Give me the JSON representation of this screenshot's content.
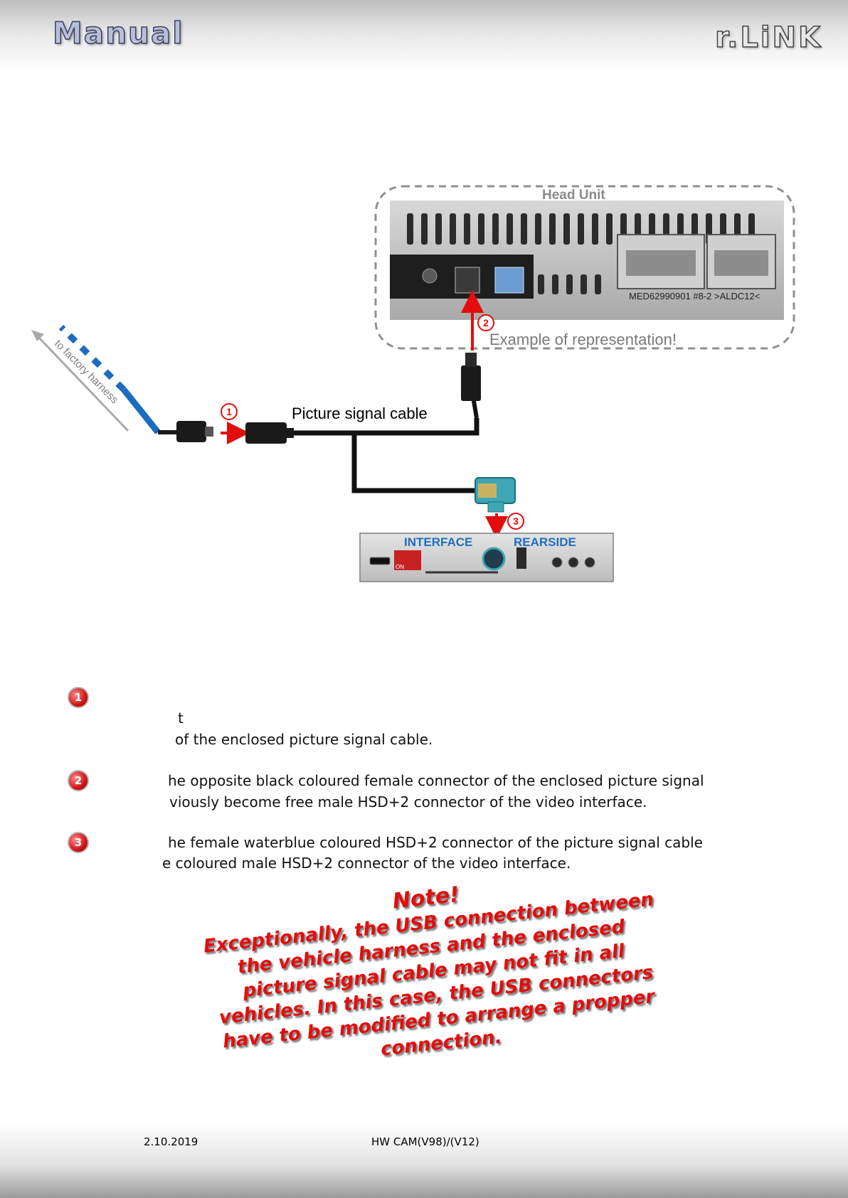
{
  "header": {
    "brand_left": "Manual",
    "brand_right": "r.LiNK"
  },
  "diagram": {
    "head_unit_label": "Head Unit",
    "example_label": "Example of representation!",
    "part_number": "MED62990901 #8-2   >ALDC12<",
    "cable_label": "Picture signal cable",
    "harness_label": "to factory harness",
    "interface_label": "INTERFACE",
    "rearside_label": "REARSIDE",
    "dip_label": "ON",
    "markers": [
      "1",
      "2",
      "3"
    ]
  },
  "steps": [
    {
      "number": "1",
      "lines": [
        "t",
        "of the enclosed picture signal cable."
      ]
    },
    {
      "number": "2",
      "lines": [
        "he opposite black coloured female connector of the enclosed picture signal",
        "viously become free male HSD+2 connector of the video interface."
      ]
    },
    {
      "number": "3",
      "lines": [
        "he female waterblue coloured HSD+2 connector of the picture signal cable",
        "e coloured male HSD+2 connector of the video interface."
      ]
    }
  ],
  "note": {
    "title": "Note!",
    "lines": [
      "Exceptionally, the USB connection between",
      "the vehicle harness and the enclosed",
      "picture signal cable may not fit in all",
      "vehicles. In this case, the USB connectors",
      "have to be modified to arrange a propper",
      "connection."
    ]
  },
  "footer": {
    "date": "2.10.2019",
    "model": "HW CAM(V98)/(V12)"
  },
  "colors": {
    "accent_red": "#e30d0d",
    "interface_blue": "#1f6fc0",
    "harness_blue": "#1b6cc2",
    "connector_waterblue": "#3fa6b5"
  }
}
